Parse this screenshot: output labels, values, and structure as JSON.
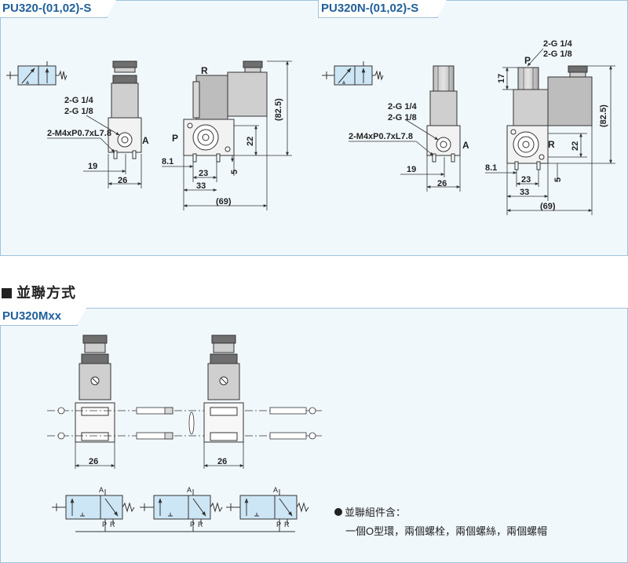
{
  "top_left": {
    "tab_label": "PU320-(01,02)-S",
    "side": {
      "port_label_1": "2-G 1/4",
      "port_label_2": "2-G 1/8",
      "thread_label": "2-M4xP0.7xL7.8",
      "port_a": "A",
      "dim_19": "19",
      "dim_26": "26"
    },
    "front": {
      "port_r": "R",
      "port_p": "P",
      "dim_82_5": "(82.5)",
      "dim_22": "22",
      "dim_5": "5",
      "dim_8_1": "8.1",
      "dim_23": "23",
      "dim_33": "33",
      "dim_69": "(69)"
    }
  },
  "top_right": {
    "tab_label": "PU320N-(01,02)-S",
    "side": {
      "port_label_1": "2-G 1/4",
      "port_label_2": "2-G 1/8",
      "thread_label": "2-M4xP0.7xL7.8",
      "port_a": "A",
      "dim_19": "19",
      "dim_26": "26"
    },
    "front": {
      "port_p": "P",
      "port_r": "R",
      "port_label_1": "2-G 1/4",
      "port_label_2": "2-G 1/8",
      "dim_17": "17",
      "dim_82_5": "(82.5)",
      "dim_22": "22",
      "dim_5": "5",
      "dim_8_1": "8.1",
      "dim_23": "23",
      "dim_33": "33",
      "dim_69": "(69)"
    }
  },
  "section": {
    "title": "並聯方式"
  },
  "bottom": {
    "tab_label": "PU320Mxx",
    "dim_26_left": "26",
    "dim_26_right": "26",
    "symbol_labels": {
      "a": "A",
      "p": "P",
      "r": "R"
    },
    "kit_title": "並聯組件含：",
    "kit_contents": "一個O型環，兩個螺栓，兩個螺絲，兩個螺帽"
  },
  "colors": {
    "frame_border": "#9ec3dc",
    "frame_fill": "#f1f8fc",
    "tab_text": "#1f5f9a",
    "part_fill": "#d8d8d8",
    "part_dark": "#6f6f6f",
    "symbol_fill": "#cde6f5"
  }
}
